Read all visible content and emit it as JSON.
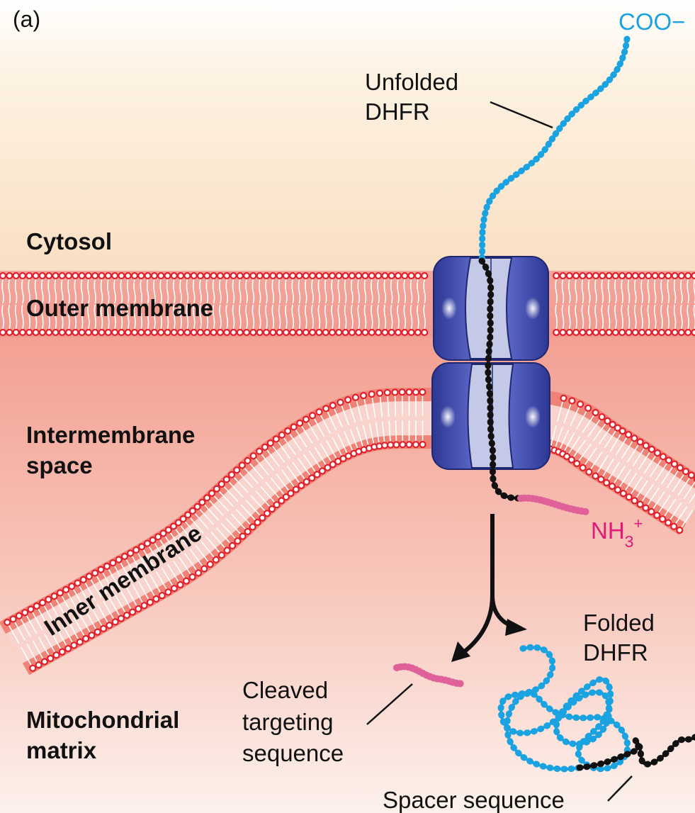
{
  "panel_label": "(a)",
  "compartments": {
    "cytosol": "Cytosol",
    "outer_membrane": "Outer membrane",
    "intermembrane_line1": "Intermembrane",
    "intermembrane_line2": "space",
    "inner_membrane": "Inner membrane",
    "matrix_line1": "Mitochondrial",
    "matrix_line2": "matrix"
  },
  "labels": {
    "coo": "COO−",
    "unfolded_line1": "Unfolded",
    "unfolded_line2": "DHFR",
    "nh3": "NH",
    "nh3_sub": "3",
    "nh3_sup": "+",
    "folded_line1": "Folded",
    "folded_line2": "DHFR",
    "cleaved_line1": "Cleaved",
    "cleaved_line2": "targeting",
    "cleaved_line3": "sequence",
    "spacer": "Spacer sequence"
  },
  "colors": {
    "dhfr_chain": "#1aa3e0",
    "spacer_chain": "#111111",
    "targeting_sequence": "#e0609a",
    "nh3_text": "#e0197a",
    "coo_text": "#1aa3e0",
    "translocon": "#4a56b5",
    "lipid_head": "#e0202a",
    "cytosol_bg": "#fbe8cf",
    "intermembrane_bg": "#f1958a"
  },
  "icons": [
    "translocon-complex-icon",
    "lipid-bilayer-icon",
    "arrow-icon"
  ]
}
